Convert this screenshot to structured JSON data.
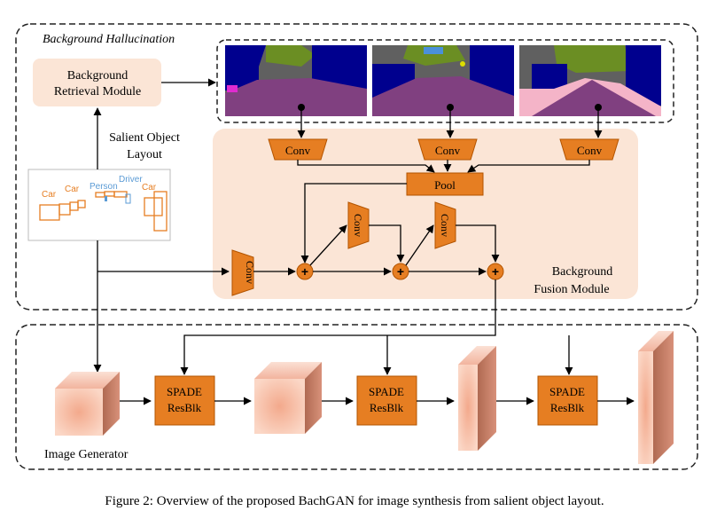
{
  "labels": {
    "background_hallucination": "Background Hallucination",
    "retrieval_line1": "Background",
    "retrieval_line2": "Retrieval Module",
    "salient_line1": "Salient Object",
    "salient_line2": "Layout",
    "fusion_line1": "Background",
    "fusion_line2": "Fusion Module",
    "image_generator": "Image Generator",
    "conv": "Conv",
    "pool": "Pool",
    "spade_line1": "SPADE",
    "spade_line2": "ResBlk",
    "plus": "+"
  },
  "layout_objects": {
    "car_1": "Car",
    "car_2": "Car",
    "person": "Person",
    "driver": "Driver",
    "car_3": "Car"
  },
  "caption": "Figure 2: Overview of the proposed BachGAN for image synthesis from salient object layout.",
  "colors": {
    "module_fill": "#fbe5d6",
    "block_fill": "#e67e22",
    "block_stroke": "#b35400",
    "layout_label": "#e67e22",
    "layout_person": "#5b9bd5",
    "seg_sky": "#606060",
    "seg_vegetation": "#6b8e23",
    "seg_car": "#00008e",
    "seg_road": "#804080",
    "seg_sidewalk": "#f4b4c8"
  }
}
